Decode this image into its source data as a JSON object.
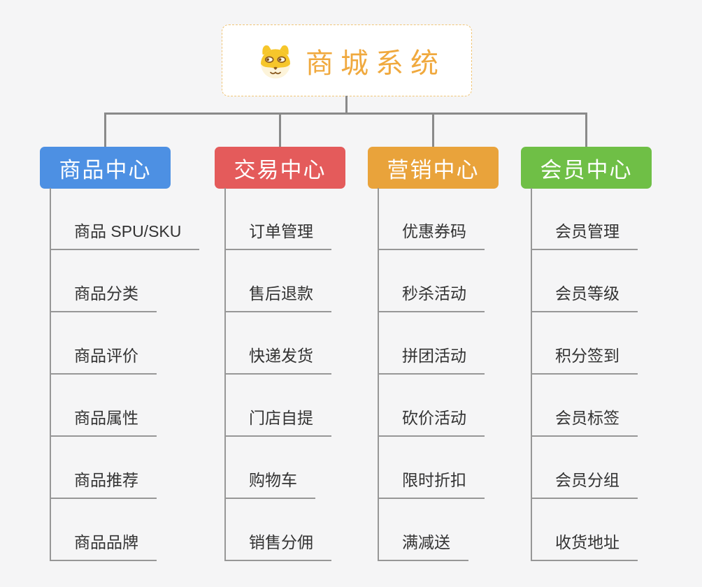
{
  "root": {
    "title": "商城系统",
    "icon": "shiba-dog-icon"
  },
  "branches": [
    {
      "label": "商品中心",
      "color": "#4d90e3",
      "items": [
        "商品 SPU/SKU",
        "商品分类",
        "商品评价",
        "商品属性",
        "商品推荐",
        "商品品牌"
      ]
    },
    {
      "label": "交易中心",
      "color": "#e45b5b",
      "items": [
        "订单管理",
        "售后退款",
        "快递发货",
        "门店自提",
        "购物车",
        "销售分佣"
      ]
    },
    {
      "label": "营销中心",
      "color": "#e9a33b",
      "items": [
        "优惠券码",
        "秒杀活动",
        "拼团活动",
        "砍价活动",
        "限时折扣",
        "满减送"
      ]
    },
    {
      "label": "会员中心",
      "color": "#6fbf46",
      "items": [
        "会员管理",
        "会员等级",
        "积分签到",
        "会员标签",
        "会员分组",
        "收货地址"
      ]
    }
  ],
  "colors": {
    "background": "#f5f5f6",
    "connector": "#8a8a8a",
    "underline": "#979797",
    "root_text": "#f0a93e",
    "root_border": "#f0c577",
    "item_text": "#333333"
  }
}
